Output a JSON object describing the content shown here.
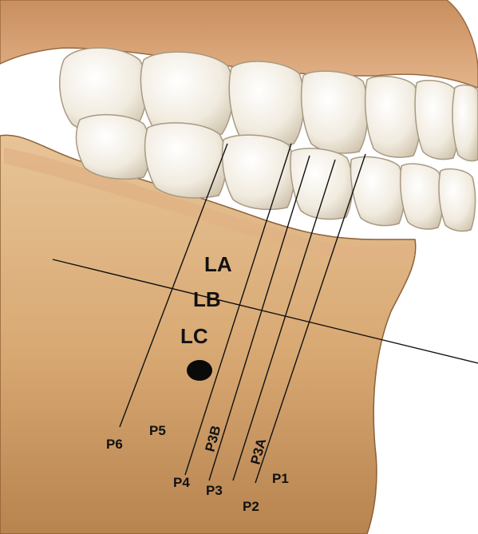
{
  "colors": {
    "background": "#ffffff",
    "gum": "#d9a77a",
    "gum_shadow": "#b9855a",
    "bone": "#d3a26e",
    "bone_light": "#e6c294",
    "bone_shadow": "#a8774a",
    "tooth": "#f4efe4",
    "tooth_shadow": "#cfc4b0",
    "line": "#111111",
    "foramen": "#0a0a0a"
  },
  "icons": {
    "foramen_marker": "mental-foramen-dot"
  },
  "labels": {
    "LA": "LA",
    "LB": "LB",
    "LC": "LC",
    "P1": "P1",
    "P2": "P2",
    "P3": "P3",
    "P3A": "P3A",
    "P3B": "P3B",
    "P4": "P4",
    "P5": "P5",
    "P6": "P6"
  }
}
